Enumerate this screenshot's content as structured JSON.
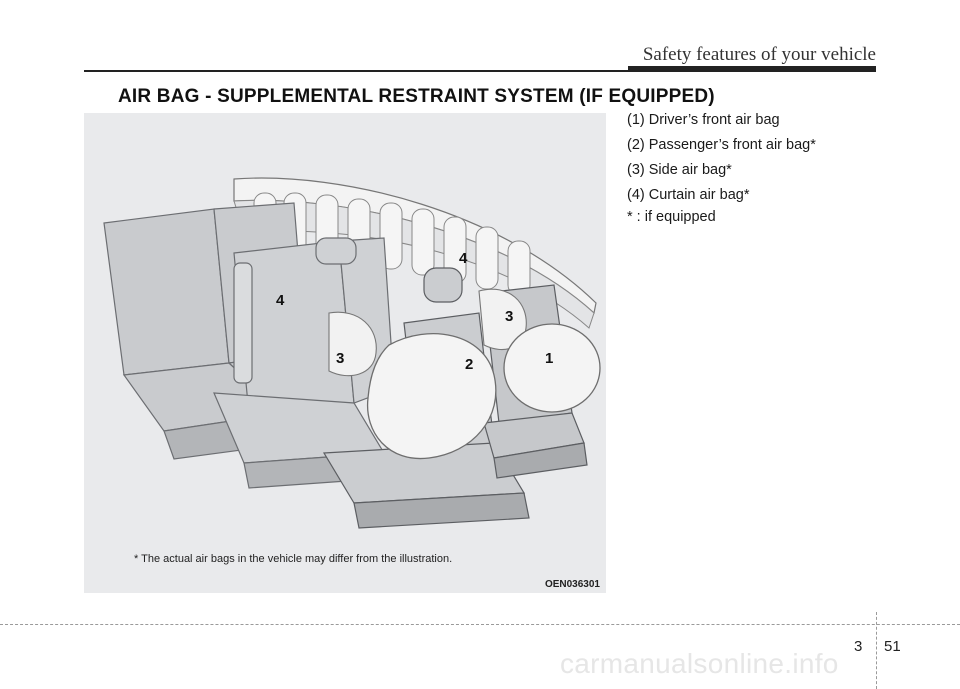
{
  "header": {
    "running_title": "Safety features of your vehicle"
  },
  "section": {
    "title": "AIR BAG - SUPPLEMENTAL RESTRAINT SYSTEM (IF EQUIPPED)"
  },
  "figure": {
    "callouts": [
      "1",
      "2",
      "3",
      "3",
      "4",
      "4"
    ],
    "note": "* The actual air bags in the vehicle may differ from the illustration.",
    "code": "OEN036301"
  },
  "legend": {
    "items": [
      "(1) Driver’s front air bag",
      "(2) Passenger’s front air bag*",
      "(3) Side air bag*",
      "(4) Curtain air bag*"
    ],
    "footnote": "* : if equipped"
  },
  "footer": {
    "chapter": "3",
    "page": "51",
    "watermark": "carmanualsonline.info"
  },
  "colors": {
    "figure_bg": "#e9eaec",
    "seat_fill": "#c9cbce",
    "bag_fill": "#f3f3f3"
  }
}
